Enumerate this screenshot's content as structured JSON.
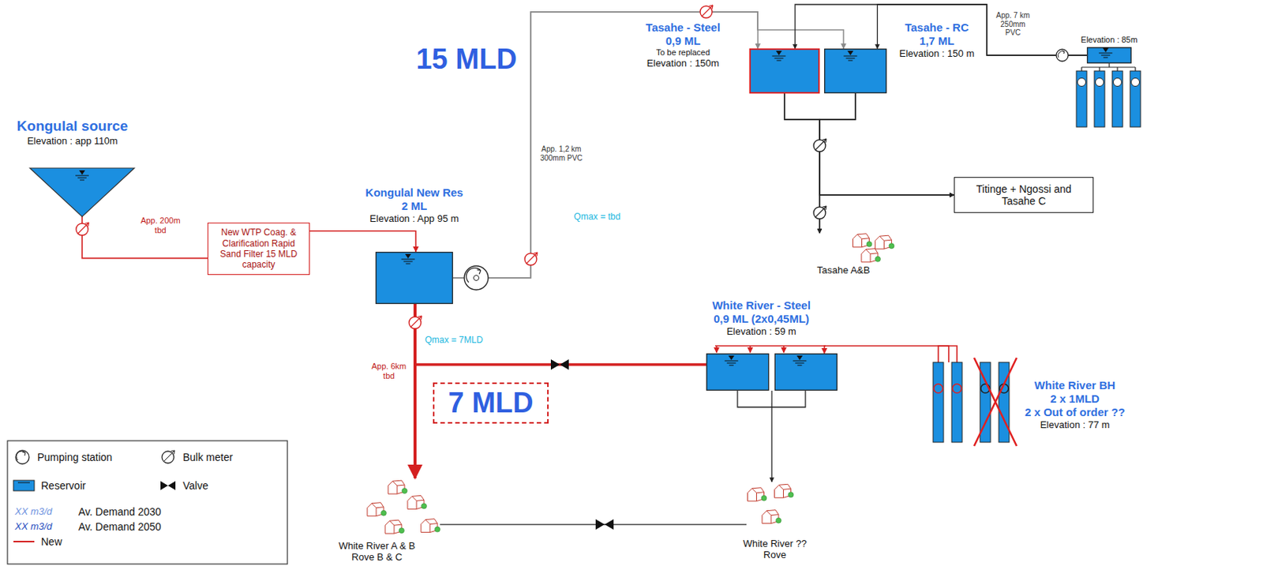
{
  "diagram": {
    "nodes": [
      {
        "text": [
          "Kongulal source",
          "Elevation : app 110m"
        ]
      },
      {
        "text": [
          "New WTP Coag. & Clarification Rapid Sand Filter 15 MLD capacity"
        ]
      },
      {
        "text": [
          "Kongulal New Res",
          "2 ML",
          "Elevation : App 95 m"
        ]
      },
      {
        "text": [
          "Tasahe - Steel",
          "0,9 ML",
          "To be replaced",
          "Elevation : 150m"
        ]
      },
      {
        "text": [
          "Tasahe - RC",
          "1,7 ML",
          "Elevation : 150 m"
        ]
      },
      {
        "text": [
          "Elevation : 85m"
        ]
      },
      {
        "text": [
          "Titinge + Ngossi and Tasahe C"
        ]
      },
      {
        "text": [
          "Tasahe A&B"
        ]
      },
      {
        "text": [
          "White River - Steel",
          "0,9 ML (2x0,45ML)",
          "Elevation : 59 m"
        ]
      },
      {
        "text": [
          "White River BH",
          "2 x 1MLD",
          "2 x Out of order ??",
          "Elevation : 77 m"
        ]
      },
      {
        "text": [
          "White River A & B Rove B & C"
        ]
      },
      {
        "text": [
          "White River ?? Rove"
        ]
      },
      {
        "text": [
          "7 MLD"
        ]
      }
    ],
    "edges": [
      {
        "from": 0,
        "to": 1,
        "arrow": "none",
        "label": "App. 200m tbd"
      },
      {
        "from": 1,
        "to": 2,
        "arrow": "to"
      },
      {
        "from": 2,
        "to": 3,
        "arrow": "to",
        "label": "App. 1,2 km 300mm PVC"
      },
      {
        "from": 2,
        "to": 4,
        "arrow": "to"
      },
      {
        "from": 5,
        "to": 3,
        "arrow": "to"
      },
      {
        "from": 5,
        "to": 4,
        "arrow": "to",
        "label": "App. 7 km 250mm PVC"
      },
      {
        "from": 3,
        "to": 6,
        "arrow": "to"
      },
      {
        "from": 4,
        "to": 6,
        "arrow": "to"
      },
      {
        "from": 3,
        "to": 7,
        "arrow": "to"
      },
      {
        "from": 4,
        "to": 7,
        "arrow": "to"
      },
      {
        "from": 2,
        "to": 10,
        "arrow": "to",
        "label": "App. 6km tbd"
      },
      {
        "from": 2,
        "to": 8,
        "arrow": "none"
      },
      {
        "from": 9,
        "to": 8,
        "arrow": "to"
      },
      {
        "from": 8,
        "to": 11,
        "arrow": "to"
      },
      {
        "from": 10,
        "to": 11,
        "arrow": "none"
      }
    ],
    "labels": [
      "15 MLD",
      "Qmax = tbd",
      "Qmax = 7MLD",
      "XX m3/d",
      "XX m3/d"
    ],
    "legend": [
      {
        "text": "Pumping station"
      },
      {
        "text": "Bulk meter"
      },
      {
        "text": "Reservoir"
      },
      {
        "text": "Valve"
      },
      {
        "text": "Av. Demand 2030"
      },
      {
        "text": "Av. Demand 2050"
      },
      {
        "text": "New"
      }
    ]
  }
}
